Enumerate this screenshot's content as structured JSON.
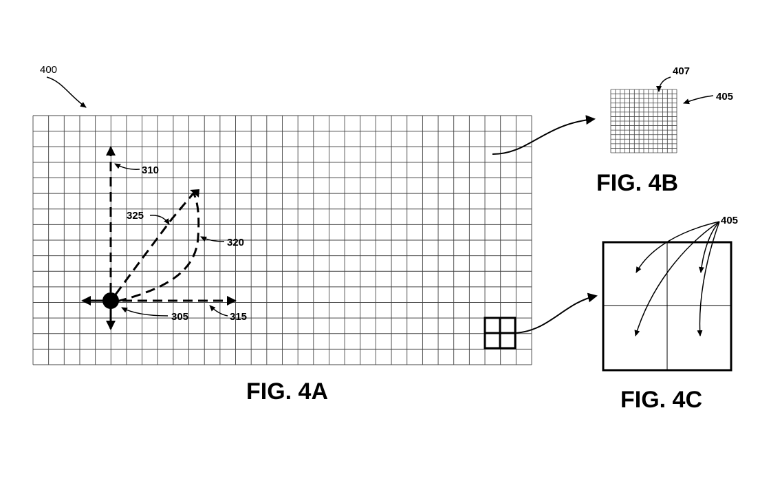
{
  "figures": {
    "fig4a": {
      "label": "FIG. 4A"
    },
    "fig4b": {
      "label": "FIG. 4B"
    },
    "fig4c": {
      "label": "FIG. 4C"
    }
  },
  "refs": {
    "r400": "400",
    "r310": "310",
    "r325": "325",
    "r320": "320",
    "r305": "305",
    "r315": "315",
    "r407": "407",
    "r405a": "405",
    "r405b": "405"
  }
}
